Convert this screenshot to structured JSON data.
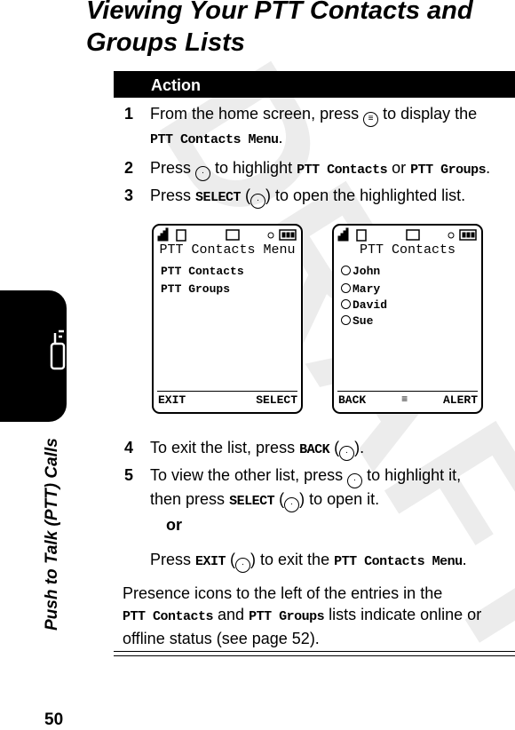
{
  "watermark": "DRAFT",
  "page_number": "50",
  "side_label": "Push to Talk (PTT) Calls",
  "title": "Viewing Your PTT Contacts and Groups Lists",
  "action_header": "Action",
  "steps": [
    {
      "n": "1",
      "a": "From the home screen, press ",
      "b": " to display the ",
      "c": "PTT Contacts Menu",
      "d": "."
    },
    {
      "n": "2",
      "a": "Press ",
      "b": " to highlight ",
      "c": "PTT Contacts",
      "d": " or ",
      "e": "PTT Groups",
      "f": "."
    },
    {
      "n": "3",
      "a": "Press ",
      "b": "SELECT",
      "c": " (",
      "d": ") to open the highlighted list."
    },
    {
      "n": "4",
      "a": "To exit the list, press ",
      "b": "BACK",
      "c": " (",
      "d": ")."
    },
    {
      "n": "5",
      "a": "To view the other list, press ",
      "b": " to highlight it,",
      "c": "then press ",
      "d": "SELECT",
      "e": " (",
      "f": ") to open it."
    }
  ],
  "or": "or",
  "exit_line": {
    "a": "Press ",
    "b": "EXIT",
    "c": " (",
    "d": ") to exit the ",
    "e": "PTT Contacts Menu",
    "f": "."
  },
  "screen1": {
    "title": "PTT Contacts Menu",
    "items": [
      "PTT Contacts",
      "PTT Groups"
    ],
    "left_soft": "EXIT",
    "right_soft": "SELECT"
  },
  "screen2": {
    "title": "PTT Contacts",
    "items": [
      "John",
      "Mary",
      "David",
      "Sue"
    ],
    "left_soft": "BACK",
    "right_soft": "ALERT"
  },
  "paragraph": {
    "a": "Presence icons to the left of the entries in the",
    "b": "PTT Contacts",
    "c": " and ",
    "d": "PTT Groups",
    "e": " lists indicate online or",
    "f": "offline status (see page 52)."
  }
}
